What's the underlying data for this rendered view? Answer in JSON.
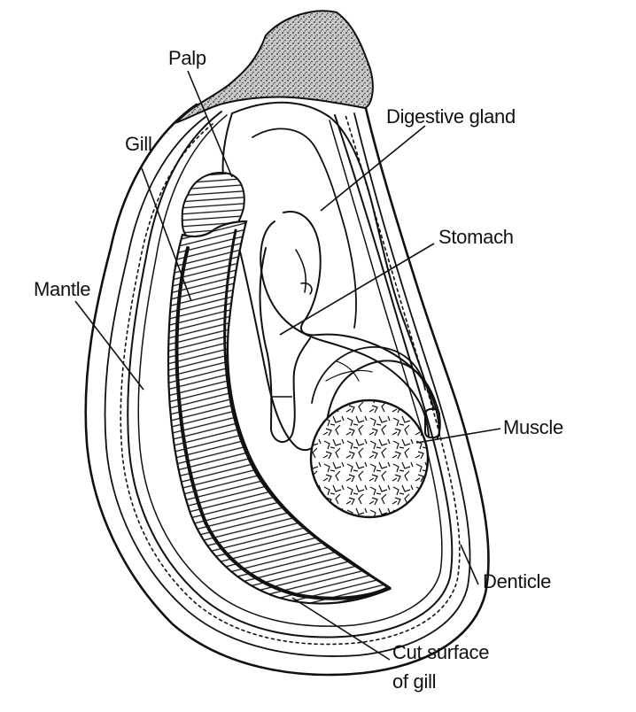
{
  "labels": {
    "palp": "Palp",
    "gill": "Gill",
    "digestive_gland": "Digestive gland",
    "stomach": "Stomach",
    "mantle": "Mantle",
    "muscle": "Muscle",
    "denticle": "Denticle",
    "cut_surface_line1": "Cut surface",
    "cut_surface_line2": "of gill"
  },
  "colors": {
    "ink": "#111111",
    "background": "#ffffff"
  }
}
